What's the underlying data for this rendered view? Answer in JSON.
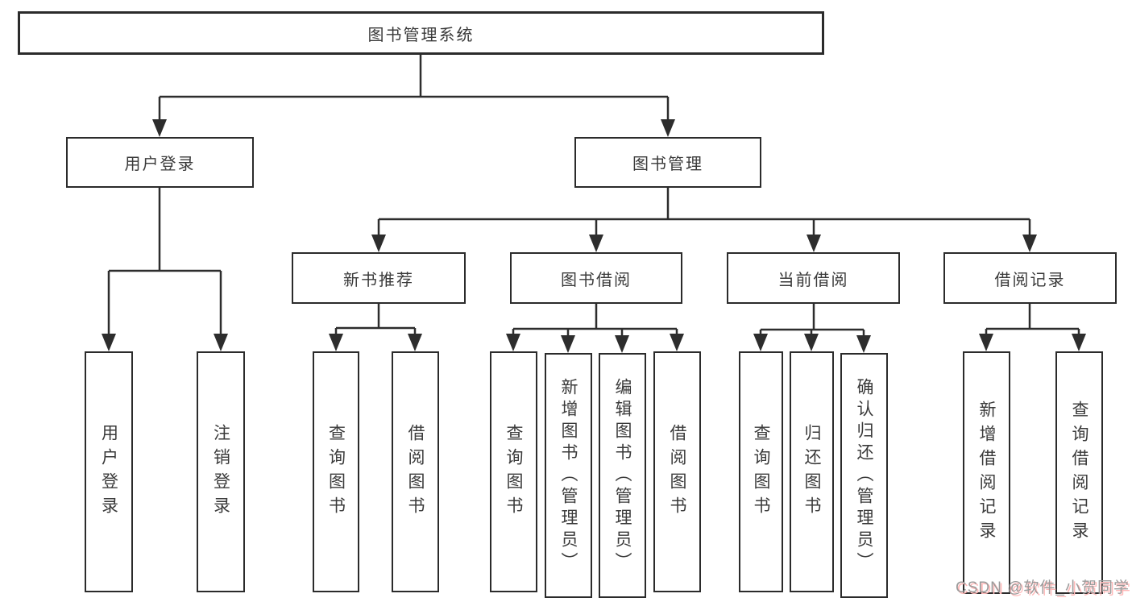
{
  "diagram_title": "图书管理系统",
  "tree": {
    "root": {
      "label": "图书管理系统",
      "children": [
        {
          "label": "用户登录",
          "children": [
            {
              "label": "用户登录"
            },
            {
              "label": "注销登录"
            }
          ]
        },
        {
          "label": "图书管理",
          "children": [
            {
              "label": "新书推荐",
              "children": [
                {
                  "label": "查询图书"
                },
                {
                  "label": "借阅图书"
                }
              ]
            },
            {
              "label": "图书借阅",
              "children": [
                {
                  "label": "查询图书"
                },
                {
                  "label": "新增图书（管理员）"
                },
                {
                  "label": "编辑图书（管理员）"
                },
                {
                  "label": "借阅图书"
                }
              ]
            },
            {
              "label": "当前借阅",
              "children": [
                {
                  "label": "查询图书"
                },
                {
                  "label": "归还图书"
                },
                {
                  "label": "确认归还（管理员）"
                }
              ]
            },
            {
              "label": "借阅记录",
              "children": [
                {
                  "label": "新增借阅记录"
                },
                {
                  "label": "查询借阅记录"
                }
              ]
            }
          ]
        }
      ]
    }
  },
  "watermark": {
    "text": "CSDN @软件_小贺同学"
  },
  "colors": {
    "line": "#2d2d2d",
    "border": "#2b2b2b",
    "text": "#3a3a3a",
    "background": "#ffffff",
    "watermark_gray": "#9b9b9b",
    "watermark_shadow_pink": "#ffb9b9"
  }
}
